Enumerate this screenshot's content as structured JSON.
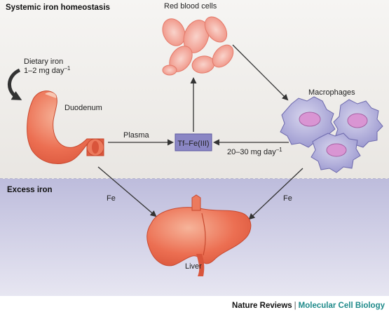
{
  "sections": {
    "top_title": "Systemic iron homeostasis",
    "bottom_title": "Excess iron"
  },
  "nodes": {
    "dietary_iron_line1": "Dietary iron",
    "dietary_iron_line2": "1–2 mg day",
    "dietary_iron_exp": "–1",
    "duodenum": "Duodenum",
    "red_blood_cells": "Red blood cells",
    "macrophages": "Macrophages",
    "transferrin": "Tf–Fe(III)",
    "liver": "Liver"
  },
  "edges": {
    "plasma": "Plasma",
    "recycling_rate": "20–30 mg day",
    "recycling_exp": "–1",
    "fe_left": "Fe",
    "fe_right": "Fe"
  },
  "footer": {
    "publisher": "Nature Reviews",
    "separator": "|",
    "journal": "Molecular Cell Biology"
  },
  "colors": {
    "top_background": "#efece8",
    "bottom_background": "#c9c8e2",
    "organ": "#e8644a",
    "organ_light": "#f4a98a",
    "rbc": "#f3a89c",
    "macrophage": "#a9a6d6",
    "macrophage_nucleus": "#d69ad2",
    "tf_box": "#8a86c4",
    "arrow": "#333333",
    "journal": "#1f8a8a"
  }
}
